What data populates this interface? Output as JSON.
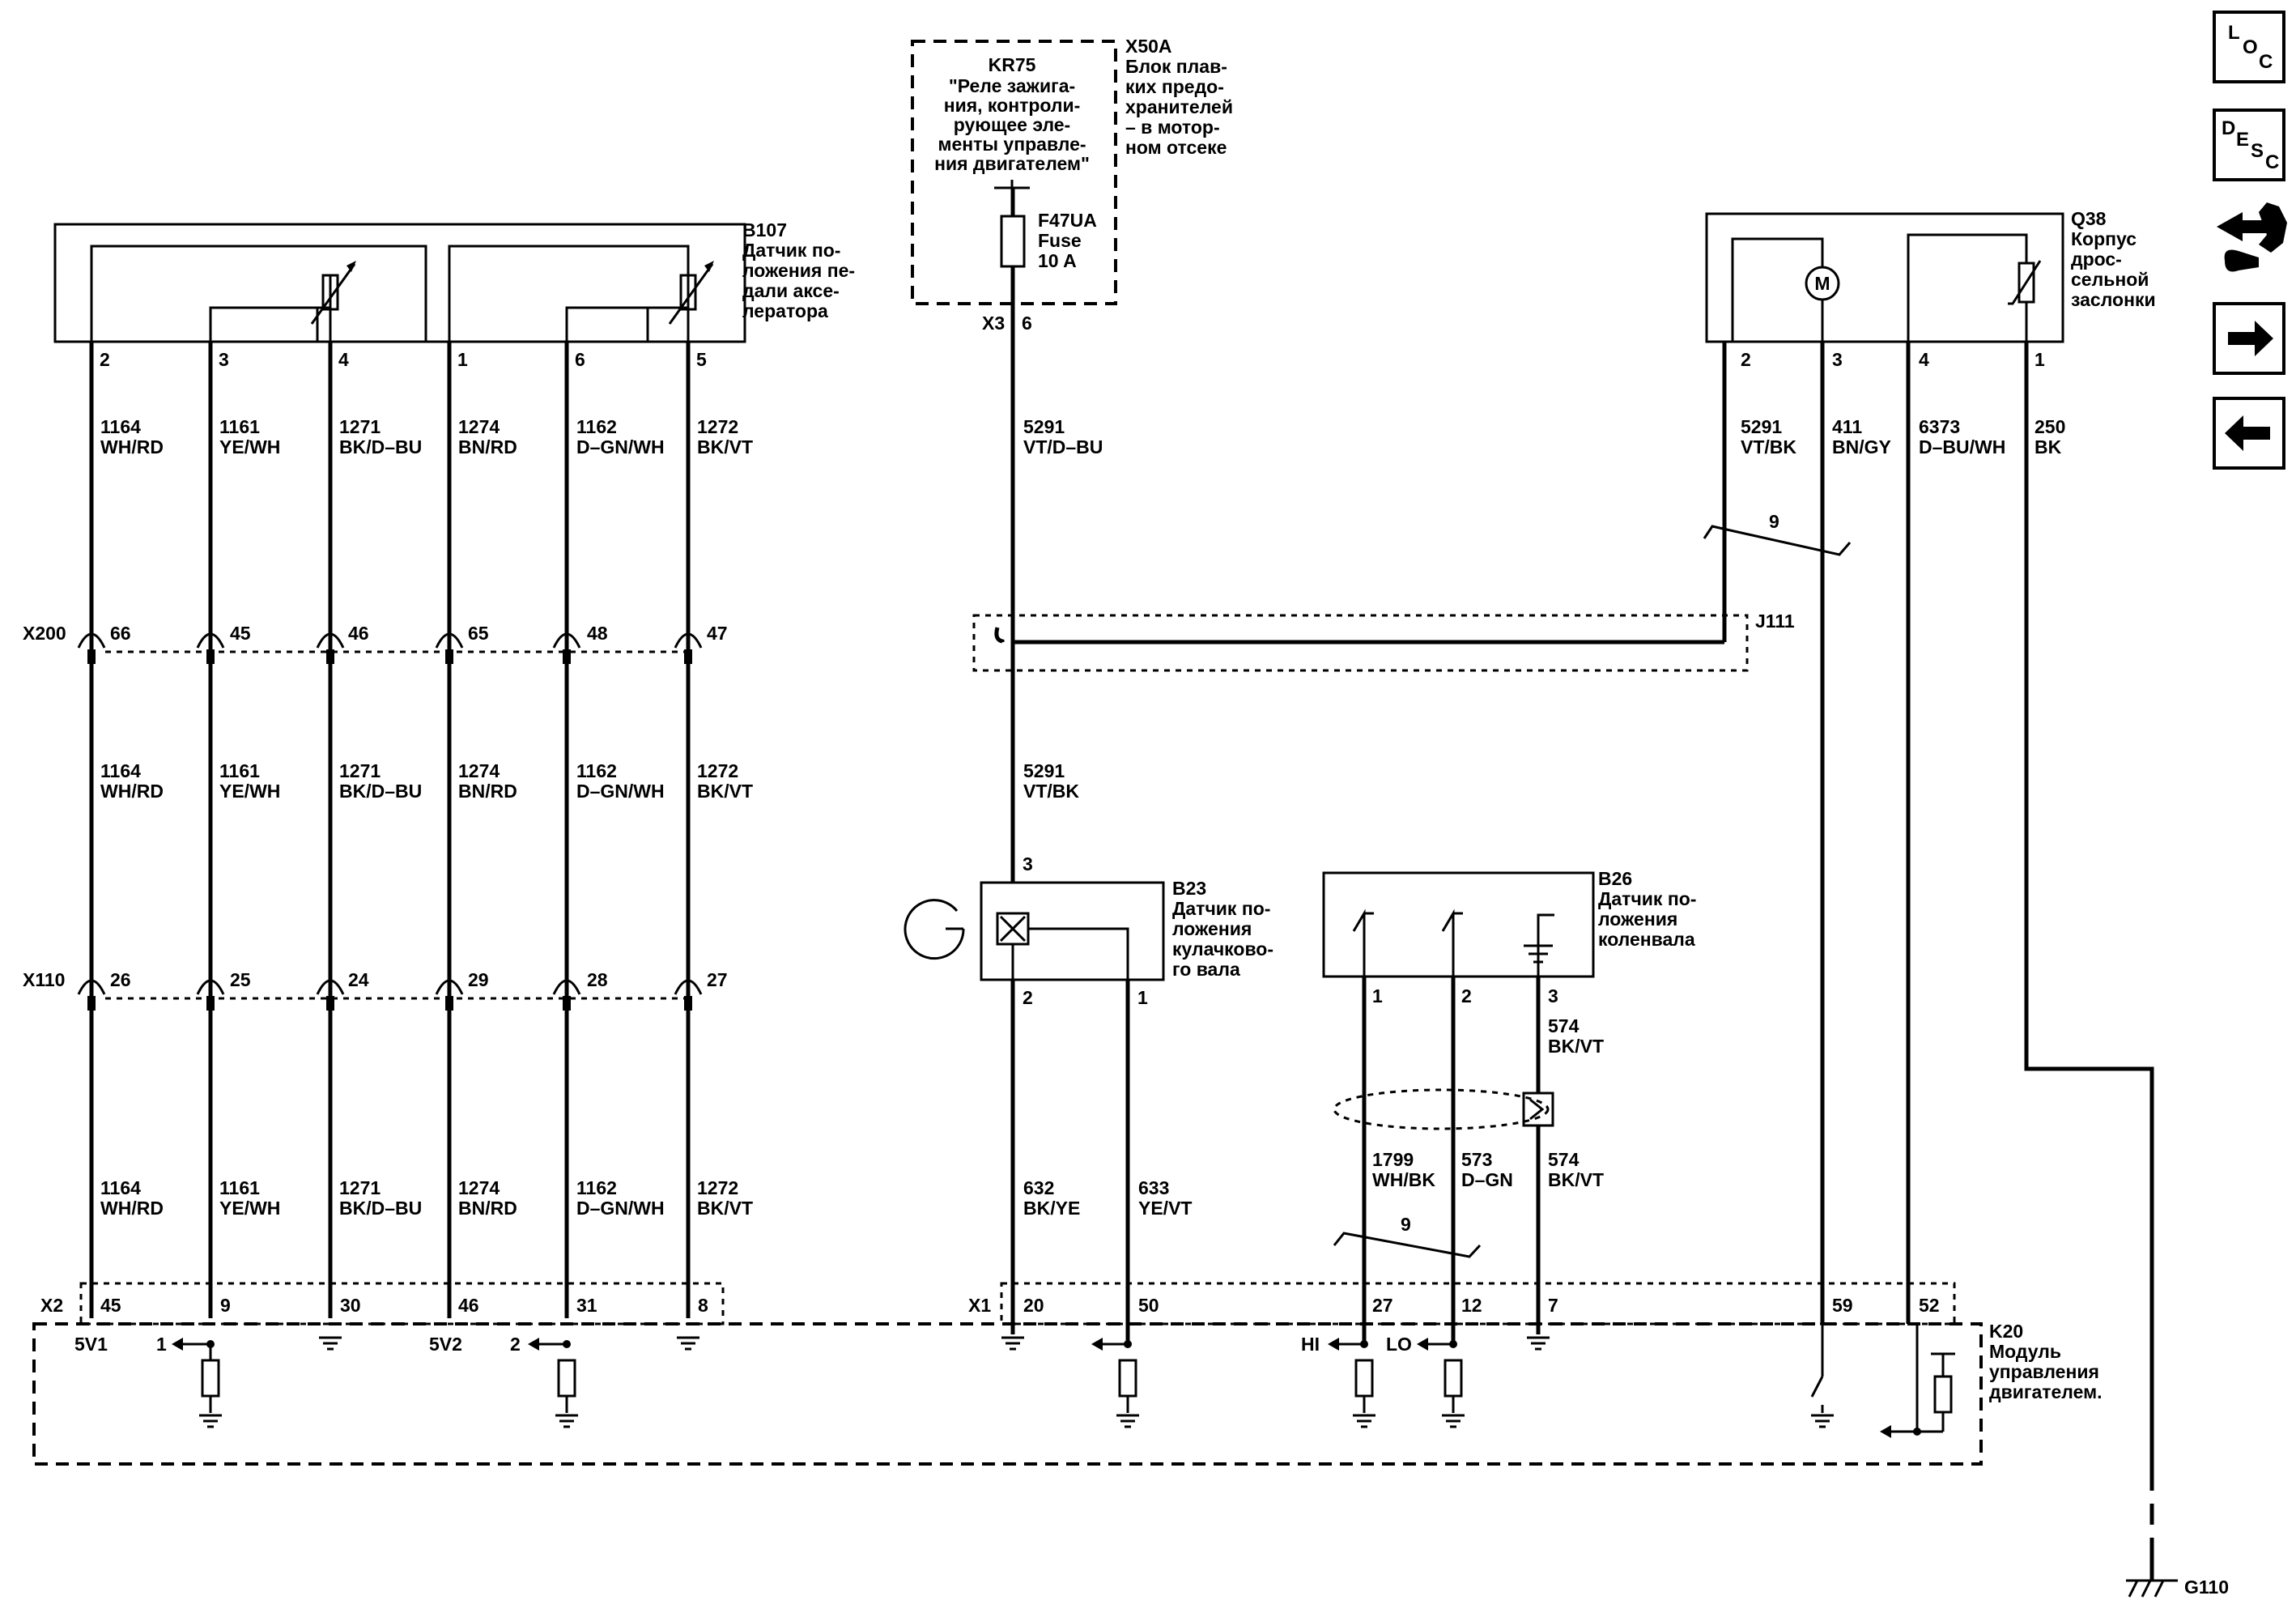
{
  "top_box": {
    "kr75_title": "KR75",
    "kr75_lines": [
      "\"Реле зажига-",
      "ния, контроли-",
      "рующее эле-",
      "менты управле-",
      "ния двигателем\""
    ],
    "x50a_title": "X50A",
    "x50a_lines": [
      "Блок плав-",
      "ких предо-",
      "хранителей",
      "– в мотор-",
      "ном отсеке"
    ],
    "fuse_lines": [
      "F47UA",
      "Fuse",
      "10 A"
    ],
    "connector": "X3",
    "pin": "6"
  },
  "b107": {
    "title": "B107",
    "lines": [
      "Датчик по-",
      "ложения пе-",
      "дали аксе-",
      "лератора"
    ],
    "pins": [
      "2",
      "3",
      "4",
      "1",
      "6",
      "5"
    ]
  },
  "q38": {
    "title": "Q38",
    "lines": [
      "Корпус",
      "дрос-",
      "сельной",
      "заслонки"
    ],
    "motor": "M",
    "pins": [
      "2",
      "3",
      "4",
      "1"
    ]
  },
  "wires_b107": [
    {
      "num": "1164",
      "color": "WH/RD"
    },
    {
      "num": "1161",
      "color": "YE/WH"
    },
    {
      "num": "1271",
      "color": "BK/D–BU"
    },
    {
      "num": "1274",
      "color": "BN/RD"
    },
    {
      "num": "1162",
      "color": "D–GN/WH"
    },
    {
      "num": "1272",
      "color": "BK/VT"
    }
  ],
  "wires_b107_mid": [
    {
      "num": "1164",
      "color": "WH/RD"
    },
    {
      "num": "1161",
      "color": "YE/WH"
    },
    {
      "num": "1271",
      "color": "BK/D–BU"
    },
    {
      "num": "1274",
      "color": "BN/RD"
    },
    {
      "num": "1162",
      "color": "D–GN/WH"
    },
    {
      "num": "1272",
      "color": "BK/VT"
    }
  ],
  "wires_b107_low": [
    {
      "num": "1164",
      "color": "WH/RD"
    },
    {
      "num": "1161",
      "color": "YE/WH"
    },
    {
      "num": "1271",
      "color": "BK/D–BU"
    },
    {
      "num": "1274",
      "color": "BN/RD"
    },
    {
      "num": "1162",
      "color": "D–GN/WH"
    },
    {
      "num": "1272",
      "color": "BK/VT"
    }
  ],
  "x200": {
    "name": "X200",
    "pins": [
      "66",
      "45",
      "46",
      "65",
      "48",
      "47"
    ]
  },
  "x110": {
    "name": "X110",
    "pins": [
      "26",
      "25",
      "24",
      "29",
      "28",
      "27"
    ]
  },
  "x2": {
    "name": "X2",
    "pins": [
      "45",
      "9",
      "30",
      "46",
      "31",
      "8"
    ]
  },
  "x1": {
    "name": "X1",
    "pins": [
      "20",
      "50",
      "27",
      "12",
      "7",
      "59",
      "52"
    ]
  },
  "k20_internal": {
    "v1": "5V1",
    "v2": "5V2",
    "ref1": "1",
    "ref2": "2",
    "hi": "HI",
    "lo": "LO"
  },
  "wire_5291_top": {
    "num": "5291",
    "color": "VT/D–BU"
  },
  "wire_5291_mid": {
    "num": "5291",
    "color": "VT/BK"
  },
  "j111": "J111",
  "q38_wires": [
    {
      "num": "5291",
      "color": "VT/BK"
    },
    {
      "num": "411",
      "color": "BN/GY"
    },
    {
      "num": "6373",
      "color": "D–BU/WH"
    },
    {
      "num": "250",
      "color": "BK"
    }
  ],
  "twist_label_top": "9",
  "twist_label_bottom": "9",
  "b23": {
    "title": "B23",
    "lines": [
      "Датчик по-",
      "ложения",
      "кулачково-",
      "го вала"
    ],
    "pin_top": "3",
    "pins_bottom": [
      "2",
      "1"
    ]
  },
  "b23_wires": [
    {
      "num": "632",
      "color": "BK/YE"
    },
    {
      "num": "633",
      "color": "YE/VT"
    }
  ],
  "b26": {
    "title": "B26",
    "lines": [
      "Датчик по-",
      "ложения",
      "коленвала"
    ],
    "pins": [
      "1",
      "2",
      "3"
    ]
  },
  "b26_shield_wire": {
    "num": "574",
    "color": "BK/VT"
  },
  "b26_wires": [
    {
      "num": "1799",
      "color": "WH/BK"
    },
    {
      "num": "573",
      "color": "D–GN"
    },
    {
      "num": "574",
      "color": "BK/VT"
    }
  ],
  "k20": {
    "title": "K20",
    "lines": [
      "Модуль",
      "управления",
      "двигателем."
    ]
  },
  "ground": "G110",
  "nav": {
    "loc": [
      "L",
      "O",
      "C"
    ],
    "desc": [
      "D",
      "E",
      "S",
      "C"
    ],
    "icons": [
      "connector-tools-icon",
      "arrow-right-icon",
      "arrow-left-icon"
    ]
  }
}
